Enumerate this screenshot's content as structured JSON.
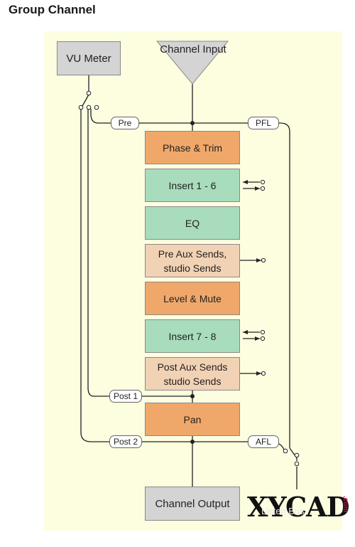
{
  "title": "Group Channel",
  "nodes": {
    "vu_meter": "VU Meter",
    "channel_input": "Channel Input",
    "channel_output": "Channel Output"
  },
  "blocks": [
    {
      "label": "Phase & Trim",
      "color": "#f0a86a"
    },
    {
      "label": "Insert 1 - 6",
      "color": "#a8dcbc"
    },
    {
      "label": "EQ",
      "color": "#a8dcbc"
    },
    {
      "label": "Pre Aux Sends, studio Sends",
      "color": "#f2d2b4"
    },
    {
      "label": "Level & Mute",
      "color": "#f0a86a"
    },
    {
      "label": "Insert 7 - 8",
      "color": "#a8dcbc"
    },
    {
      "label": "Post Aux Sends studio Sends",
      "color": "#f2d2b4"
    },
    {
      "label": "Pan",
      "color": "#f0a86a"
    }
  ],
  "taps": {
    "pre": "Pre",
    "pfl": "PFL",
    "post1": "Post 1",
    "post2": "Post 2",
    "afl": "AFL"
  },
  "listen_bus": "Listen Bus",
  "watermark": {
    "text": "XYCAD",
    "suffix": ".com"
  }
}
